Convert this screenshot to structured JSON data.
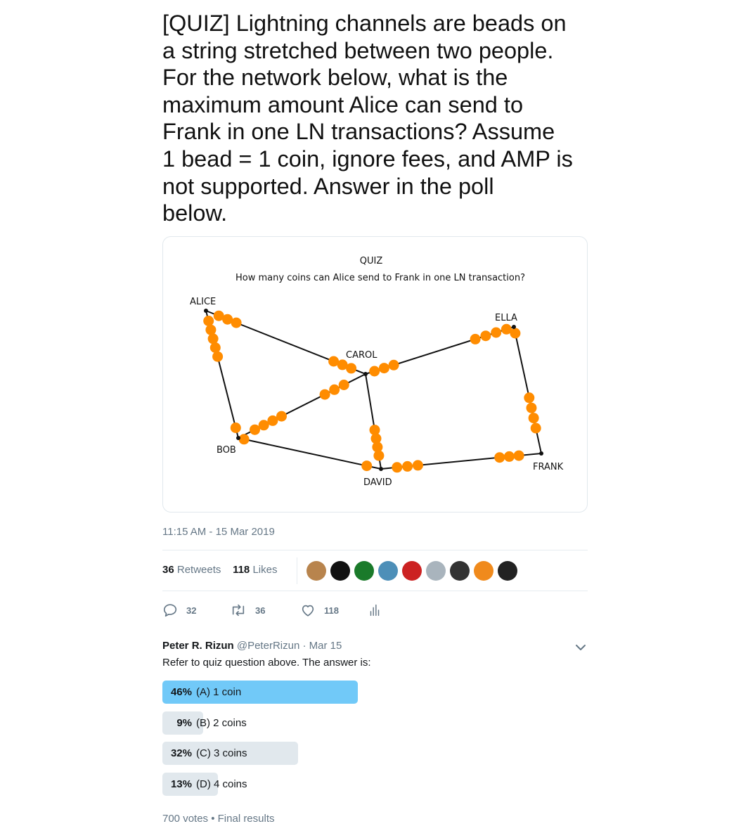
{
  "tweet": {
    "text_lines": [
      "[QUIZ] Lightning channels are beads on",
      "a string stretched between two people.",
      "For the network below, what is the",
      "maximum amount Alice can send to",
      "Frank in one LN transactions?  Assume",
      "1 bead = 1 coin, ignore fees, and AMP is",
      "not supported.  Answer in the poll",
      "below."
    ],
    "timestamp": "11:15 AM - 15 Mar 2019",
    "retweets_count": "36",
    "retweets_label": "Retweets",
    "likes_count": "118",
    "likes_label": "Likes",
    "liker_avatars": [
      "#b8844d",
      "#111111",
      "#1a7a2a",
      "#4d8fb8",
      "#cc2222",
      "#a9b4bd",
      "#333333",
      "#f08a1c",
      "#222222"
    ]
  },
  "diagram": {
    "title": "QUIZ",
    "subtitle": "How many coins can Alice send to Frank in one LN transaction?",
    "bead_color": "#ff8c00",
    "nodes": {
      "alice": "ALICE",
      "ella": "ELLA",
      "carol": "CAROL",
      "bob": "BOB",
      "frank": "FRANK",
      "david": "DAVID"
    }
  },
  "actions": {
    "reply_count": "32",
    "retweet_count": "36",
    "like_count": "118"
  },
  "reply": {
    "name": "Peter R. Rizun",
    "handle": "@PeterRizun",
    "date": "· Mar 15",
    "text": "Refer to quiz question above.  The answer is:"
  },
  "poll": {
    "options": [
      {
        "percent_label": "46%",
        "label": "(A) 1 coin",
        "percent": 46,
        "winner": true
      },
      {
        "percent_label": "9%",
        "label": "(B) 2 coins",
        "percent": 9,
        "winner": false
      },
      {
        "percent_label": "32%",
        "label": "(C) 3 coins",
        "percent": 32,
        "winner": false
      },
      {
        "percent_label": "13%",
        "label": "(D) 4 coins",
        "percent": 13,
        "winner": false
      }
    ],
    "footer": "700 votes • Final results"
  }
}
